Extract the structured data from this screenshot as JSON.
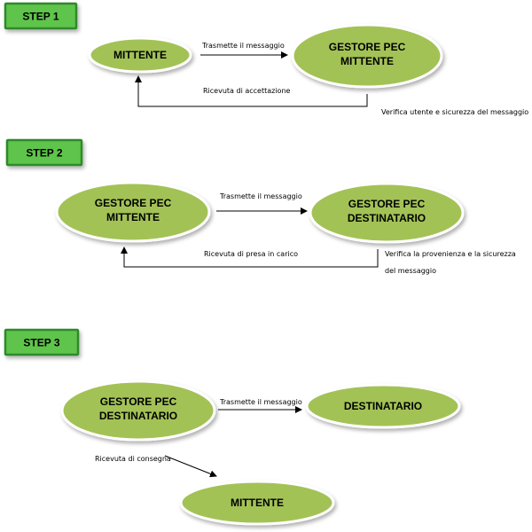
{
  "colors": {
    "step_fill": "#5ec44c",
    "step_border": "#2f8a2a",
    "node_fill": "#a3c256",
    "node_border": "#ffffff",
    "line": "#000000"
  },
  "steps": [
    {
      "label": "STEP 1",
      "nodes": {
        "sender": [
          "MITTENTE"
        ],
        "gestore": [
          "GESTORE PEC",
          "MITTENTE"
        ]
      },
      "edges": {
        "send": "Trasmette il messaggio",
        "receipt": "Ricevuta di accettazione",
        "verify": [
          "Verifica utente e sicurezza del messaggio"
        ]
      }
    },
    {
      "label": "STEP 2",
      "nodes": {
        "gestore_mittente": [
          "GESTORE PEC",
          "MITTENTE"
        ],
        "gestore_destinatario": [
          "GESTORE PEC",
          "DESTINATARIO"
        ]
      },
      "edges": {
        "send": "Trasmette il messaggio",
        "receipt": "Ricevuta di presa in carico",
        "verify": [
          "Verifica la provenienza e la sicurezza",
          "del messaggio"
        ]
      }
    },
    {
      "label": "STEP 3",
      "nodes": {
        "gestore_destinatario": [
          "GESTORE PEC",
          "DESTINATARIO"
        ],
        "destinatario": [
          "DESTINATARIO"
        ],
        "mittente": [
          "MITTENTE"
        ]
      },
      "edges": {
        "send": "Trasmette il messaggio",
        "receipt": "Ricevuta di consegna"
      }
    }
  ]
}
